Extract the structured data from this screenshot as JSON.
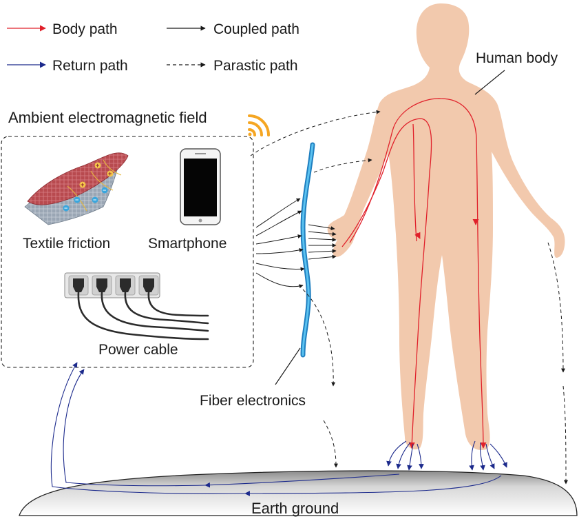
{
  "legend": {
    "body_path": "Body path",
    "coupled_path": "Coupled path",
    "return_path": "Return path",
    "parasitic_path": "Parastic path"
  },
  "labels": {
    "human_body": "Human body",
    "ambient_field": "Ambient electromagnetic field",
    "textile_friction": "Textile friction",
    "smartphone": "Smartphone",
    "power_cable": "Power cable",
    "fiber_electronics": "Fiber electronics",
    "earth_ground": "Earth ground"
  },
  "colors": {
    "body_path": "#e0202a",
    "return_path": "#1c2a8c",
    "coupled_path": "#1a1a1a",
    "skin": "#f2c9ad",
    "fiber": "#2aa0dc",
    "wifi": "#f5a623",
    "ground": "#bdbdbd"
  },
  "icons": [
    "wifi-signal-icon",
    "smartphone-icon",
    "power-strip-icon",
    "textile-icon"
  ]
}
